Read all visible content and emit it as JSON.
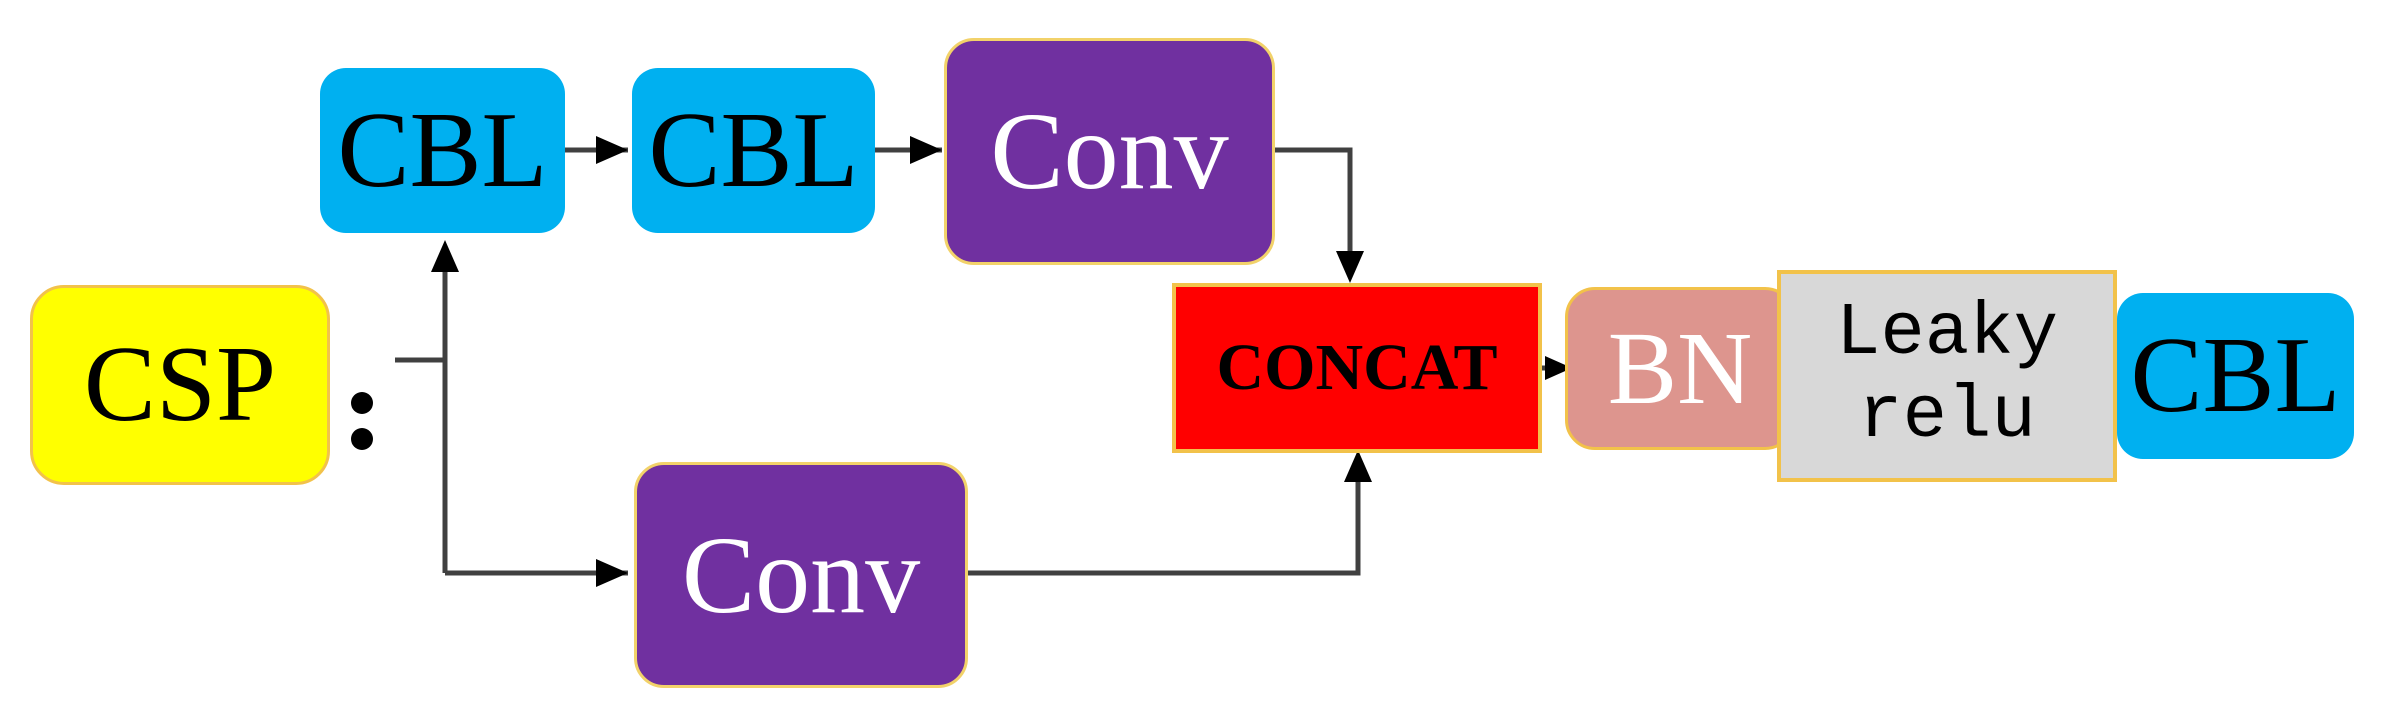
{
  "colors": {
    "cbl": "#00b0f0",
    "csp": "#ffff00",
    "conv": "#7030a0",
    "concat": "#ff0000",
    "bn": "#dd958e",
    "leaky": "#d8d8d8",
    "border": "#f2c24a",
    "connector": "#404040"
  },
  "blocks": {
    "csp": "CSP",
    "cbl_top_1": "CBL",
    "cbl_top_2": "CBL",
    "conv_top": "Conv",
    "conv_bottom": "Conv",
    "concat": "CONCAT",
    "bn": "BN",
    "leaky_line1": "Leaky",
    "leaky_line2": "relu",
    "cbl_right": "CBL"
  },
  "definition_separator": ":"
}
